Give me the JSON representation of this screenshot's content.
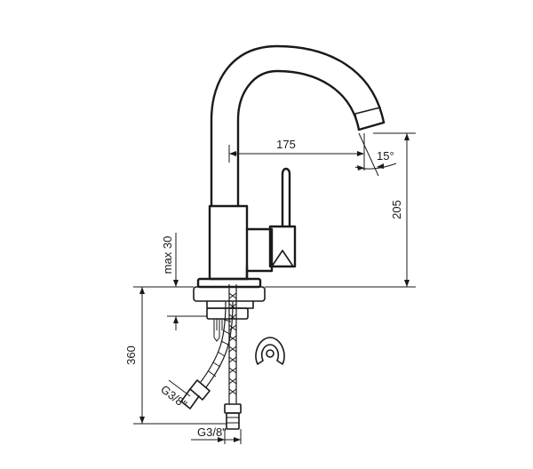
{
  "dimensions": {
    "spout_reach": "175",
    "spout_angle": "15°",
    "height": "205",
    "max_deck": "max 30",
    "hose_length": "360",
    "thread_left": "G3/8\"",
    "thread_bottom": "G3/8\""
  }
}
